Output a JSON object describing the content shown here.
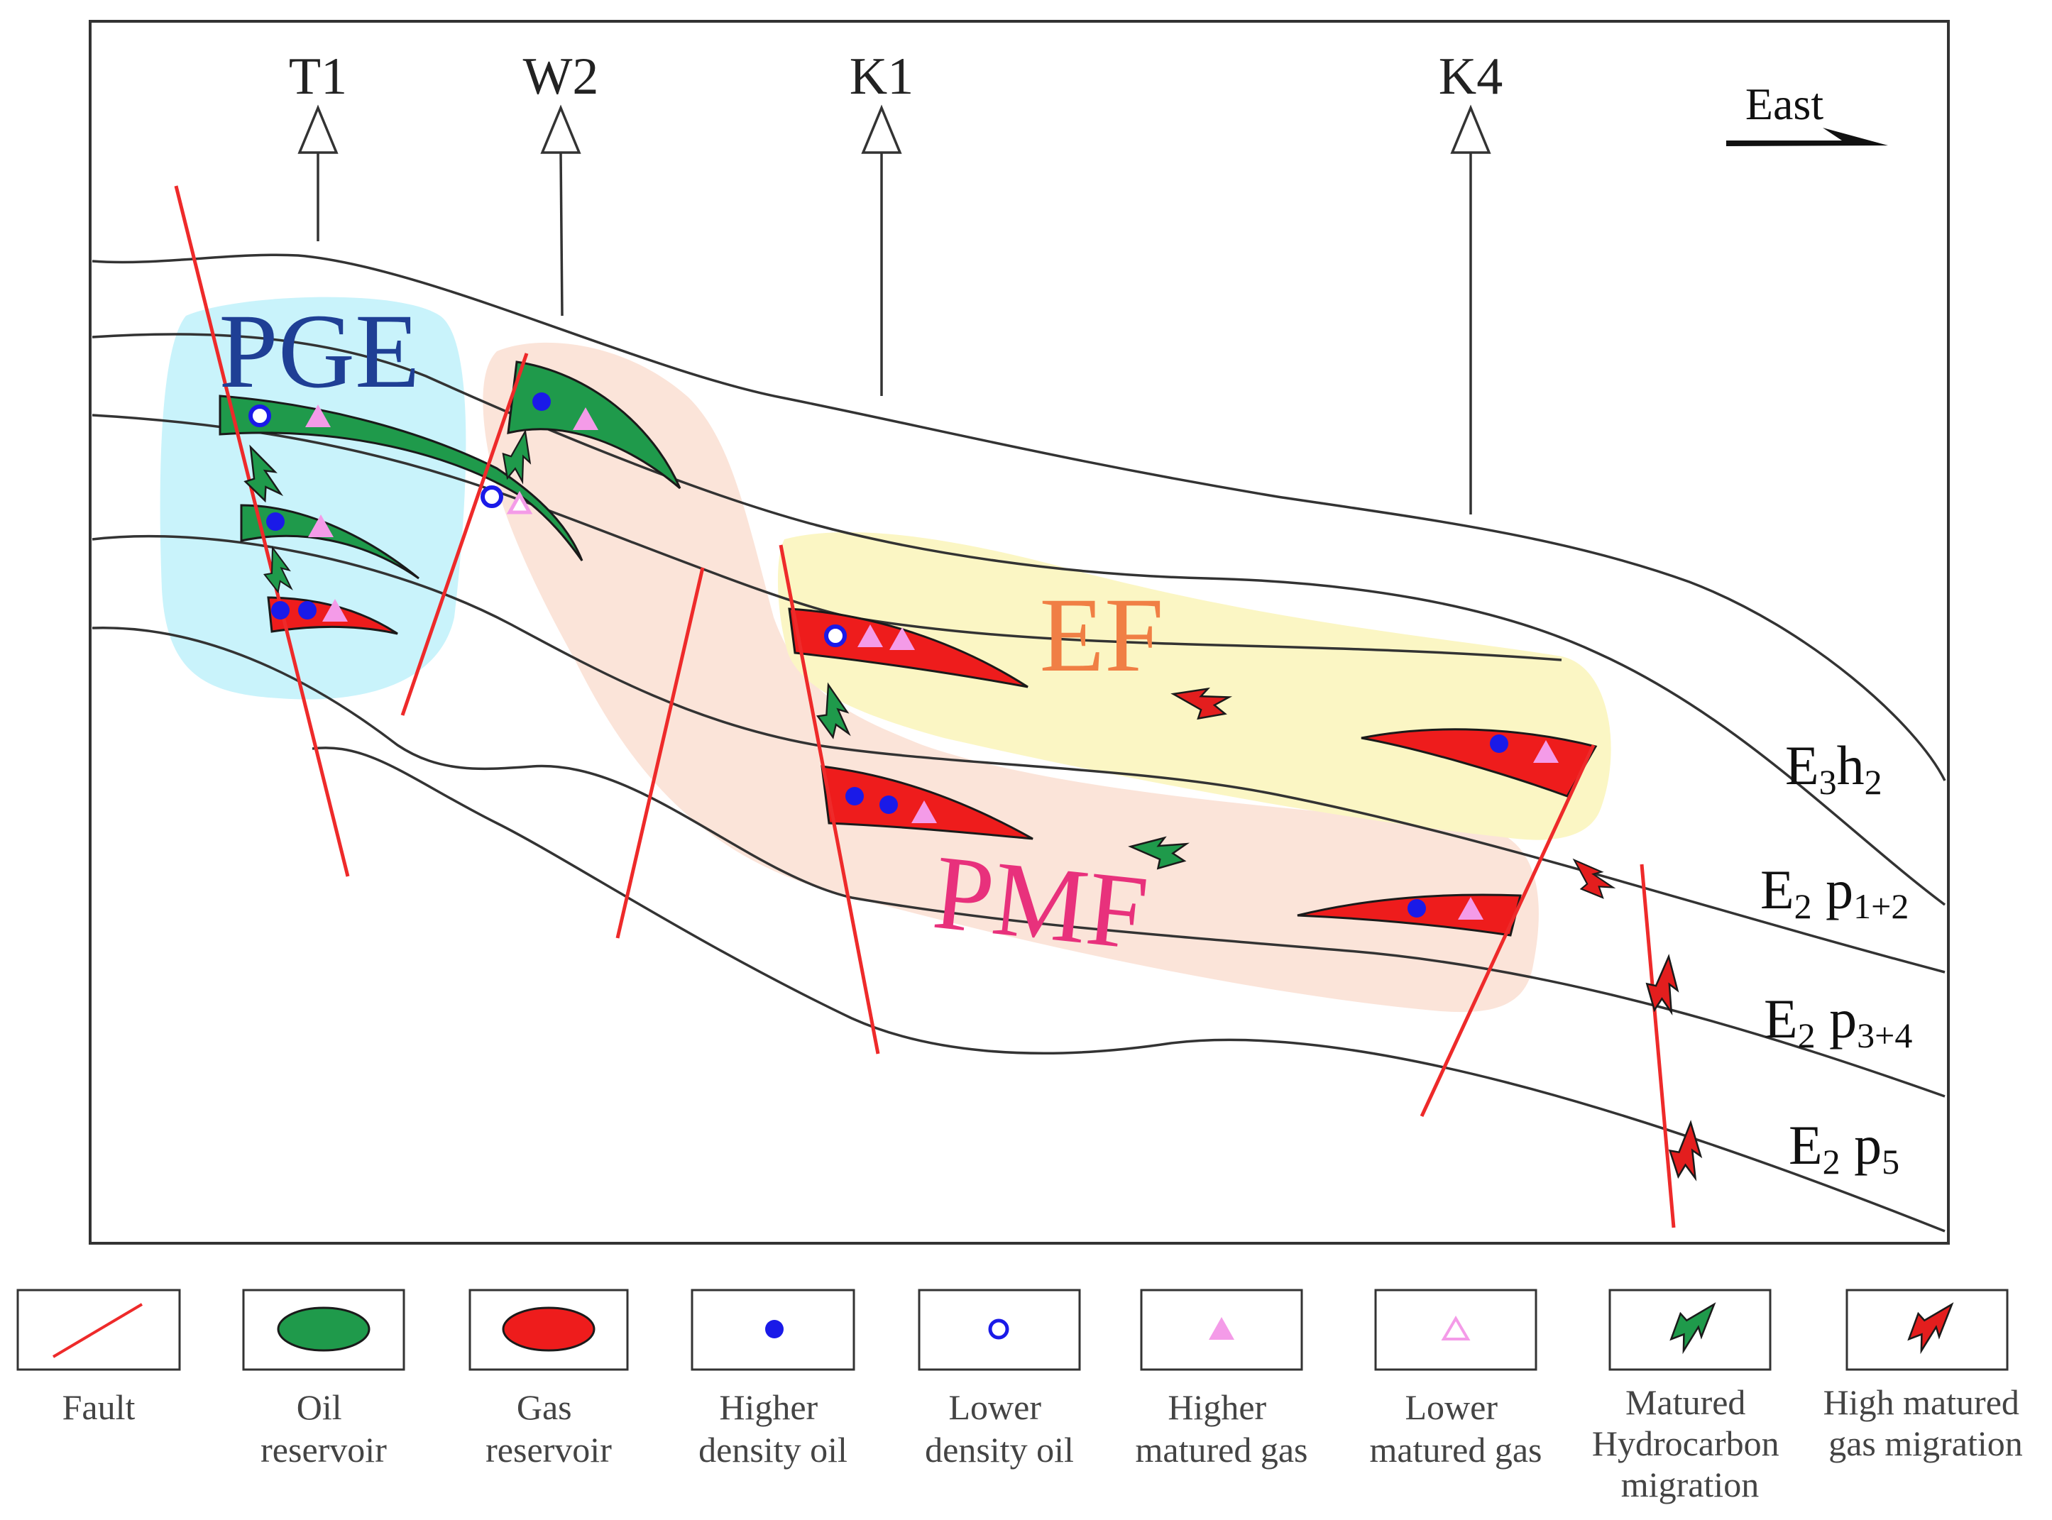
{
  "wells": [
    {
      "id": "t1",
      "label": "T1"
    },
    {
      "id": "w2",
      "label": "W2"
    },
    {
      "id": "k1",
      "label": "K1"
    },
    {
      "id": "k4",
      "label": "K4"
    }
  ],
  "direction": {
    "label": "East"
  },
  "zones": {
    "pge": {
      "label": "PGE",
      "text_color": "#1f3f95",
      "fill": "#c9f3fb"
    },
    "ef": {
      "label": "EF",
      "text_color": "#f07f45",
      "fill": "#fbf6c4"
    },
    "pmf": {
      "label": "PMF",
      "text_color": "#e8317c",
      "fill": "#fbe4d9"
    }
  },
  "layers": [
    {
      "id": "e3h2",
      "main": "E",
      "sub1": "3",
      "mid": "h",
      "sub2": "2"
    },
    {
      "id": "e2p12",
      "main": "E",
      "sub1": "2",
      "mid": " p",
      "sub2": "1+2"
    },
    {
      "id": "e2p34",
      "main": "E",
      "sub1": "2",
      "mid": " p",
      "sub2": "3+4"
    },
    {
      "id": "e2p5",
      "main": "E",
      "sub1": "2",
      "mid": " p",
      "sub2": "5"
    }
  ],
  "colors": {
    "fault": "#ee2a2a",
    "oil": "#1f9a4b",
    "gas": "#ee1c1c",
    "higher_density_oil": "#1a1ae8",
    "higher_matured_gas": "#f49be8",
    "strata": "#333333"
  },
  "legend": [
    {
      "id": "fault",
      "symbol": "fault-line",
      "lines": [
        "Fault"
      ]
    },
    {
      "id": "oil",
      "symbol": "oil-ellipse",
      "lines": [
        "Oil",
        "reservoir"
      ]
    },
    {
      "id": "gas",
      "symbol": "gas-ellipse",
      "lines": [
        "Gas",
        "reservoir"
      ]
    },
    {
      "id": "hdo",
      "symbol": "filled-dot",
      "lines": [
        "Higher",
        "density oil"
      ]
    },
    {
      "id": "ldo",
      "symbol": "hollow-dot",
      "lines": [
        "Lower",
        "density oil"
      ]
    },
    {
      "id": "hmg",
      "symbol": "filled-triangle",
      "lines": [
        "Higher",
        "matured gas"
      ]
    },
    {
      "id": "lmg",
      "symbol": "hollow-triangle",
      "lines": [
        "Lower",
        "matured gas"
      ]
    },
    {
      "id": "mhm",
      "symbol": "green-arrow",
      "lines": [
        "Matured",
        "Hydrocarbon",
        "migration"
      ]
    },
    {
      "id": "hmgm",
      "symbol": "red-arrow",
      "lines": [
        "High matured",
        "gas migration"
      ]
    }
  ]
}
